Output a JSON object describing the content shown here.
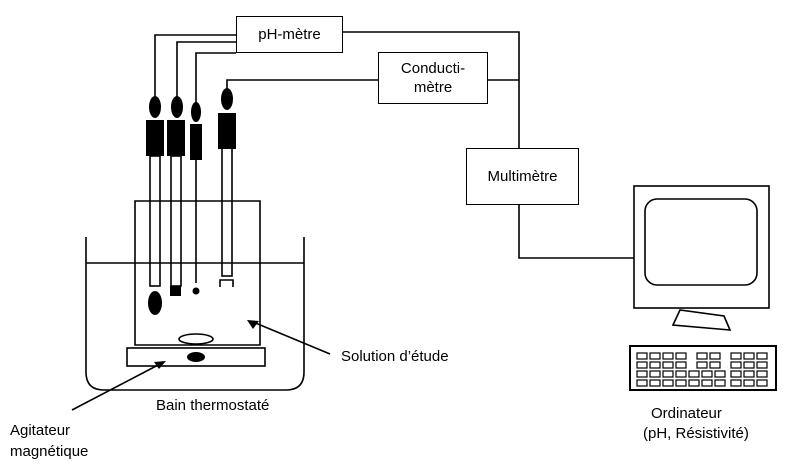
{
  "labels": {
    "ph_meter": "pH-mètre",
    "conductimeter_line1": "Conducti-",
    "conductimeter_line2": "mètre",
    "multimeter": "Multimètre",
    "solution": "Solution d’étude",
    "bath": "Bain thermostaté",
    "stirrer_line1": "Agitateur",
    "stirrer_line2": "magnétique",
    "computer_line1": "Ordinateur",
    "computer_line2": "(pH, Résistivité)"
  },
  "colors": {
    "line": "#000000",
    "background": "#ffffff"
  }
}
